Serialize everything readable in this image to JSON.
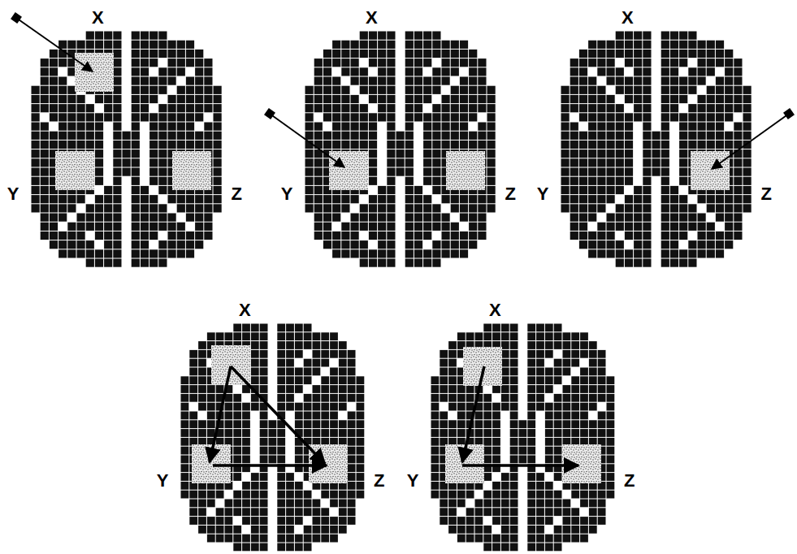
{
  "diagram": {
    "labels": [
      "X",
      "Y",
      "Z",
      "X",
      "Y",
      "Z",
      "X",
      "Y",
      "Z",
      "X",
      "Y",
      "Z",
      "X",
      "Y",
      "Z"
    ]
  }
}
